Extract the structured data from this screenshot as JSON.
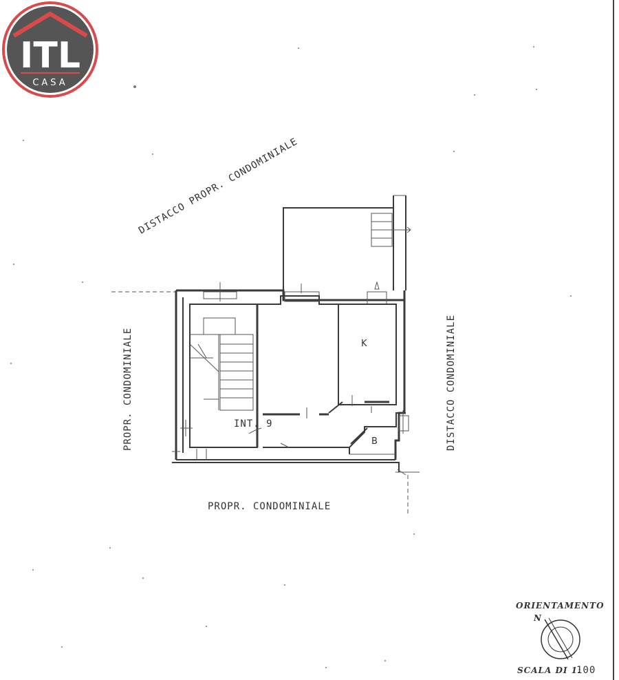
{
  "logo": {
    "brand": "ITL",
    "sub": "CASA",
    "ring_color": "#d94a4a",
    "disk_color": "#555555"
  },
  "annotations": {
    "top_left": "DISTACCO PROPR. CONDOMINIALE",
    "left": "PROPR. CONDOMINIALE",
    "right": "DISTACCO CONDOMINIALE",
    "bottom": "PROPR. CONDOMINIALE",
    "entrance": "INT. 9"
  },
  "rooms": {
    "kitchen": "K",
    "bath": "B"
  },
  "orientation": {
    "title": "ORIENTAMENTO",
    "north": "N",
    "scale_prefix": "SCALA DI 1:",
    "scale_value": "100"
  }
}
